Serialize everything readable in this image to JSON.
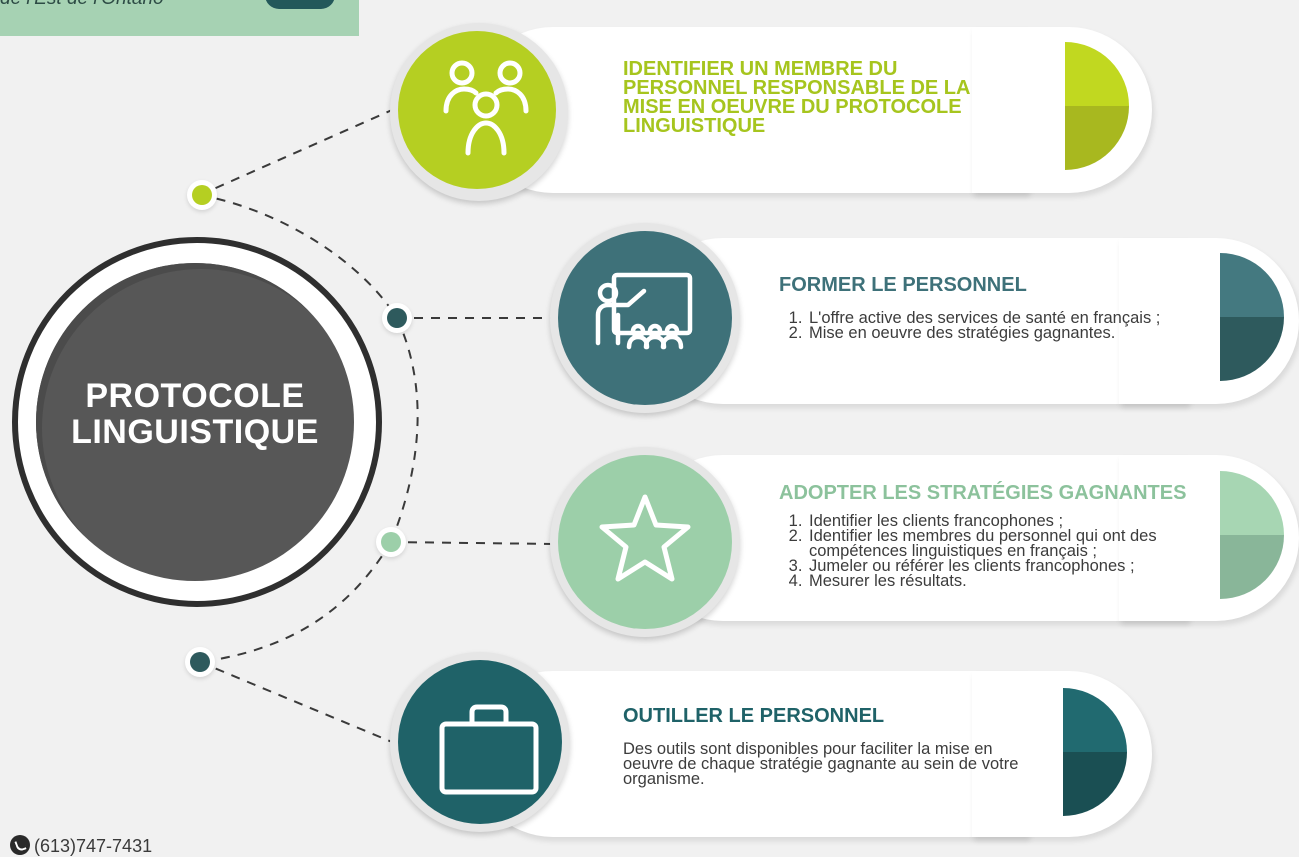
{
  "header": {
    "organization_text": "de l'Est de l'Ontario"
  },
  "center": {
    "title_line1": "PROTOCOLE",
    "title_line2": "LINGUISTIQUE"
  },
  "steps": [
    {
      "title_lines": [
        "IDENTIFIER UN MEMBRE DU",
        "PERSONNEL RESPONSABLE DE LA",
        "MISE EN OEUVRE DU PROTOCOLE",
        "LINGUISTIQUE"
      ],
      "icon": "people-icon",
      "color": "#b5cf22",
      "color_dark": "#a6b61f"
    },
    {
      "title": "FORMER LE PERSONNEL",
      "items": [
        "L'offre active des services de santé en français ;",
        "Mise en oeuvre des stratégies gagnantes."
      ],
      "icon": "classroom-icon",
      "color": "#3e7179",
      "color_dark": "#2e5a5d"
    },
    {
      "title": "ADOPTER LES STRATÉGIES GAGNANTES",
      "items": [
        "Identifier les clients francophones ;",
        "Identifier les membres du personnel qui ont des compétences linguistiques en français ;",
        "Jumeler ou référer les clients francophones ;",
        "Mesurer les résultats."
      ],
      "icon": "star-icon",
      "color": "#9ccfa9",
      "color_dark": "#86b397"
    },
    {
      "title": "OUTILLER LE PERSONNEL",
      "body": "Des outils sont disponibles pour faciliter la mise en oeuvre de chaque stratégie gagnante au sein de votre organisme.",
      "icon": "briefcase-icon",
      "color": "#1f6268",
      "color_dark": "#194d51"
    }
  ],
  "footer": {
    "phone": "(613)747-7431",
    "icon": "phone-icon"
  }
}
